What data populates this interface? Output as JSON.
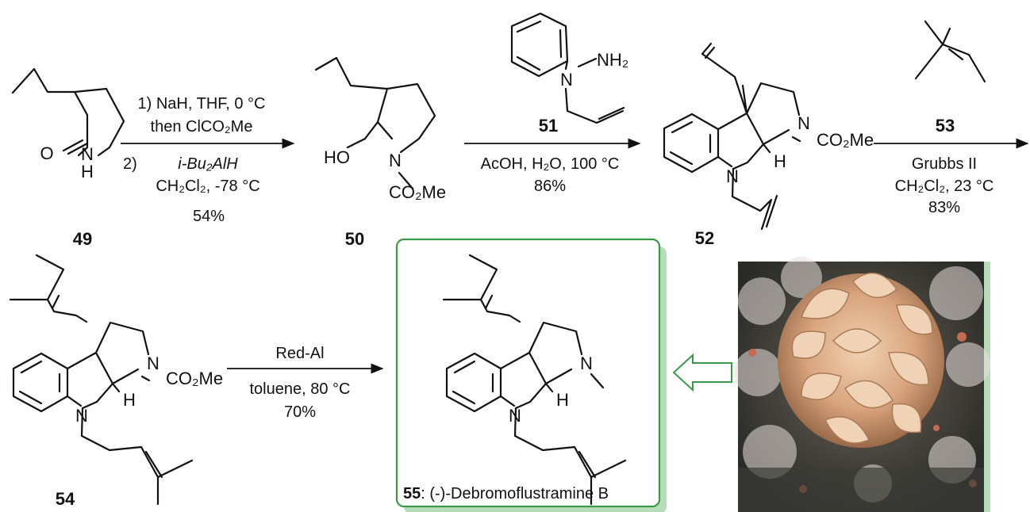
{
  "compounds": {
    "c49": {
      "number": "49",
      "atoms": {
        "o": "O",
        "n": "N",
        "h": "H"
      }
    },
    "c50": {
      "number": "50",
      "atoms": {
        "ho": "HO",
        "n": "N",
        "co2me": "CO₂Me"
      }
    },
    "c51": {
      "number": "51",
      "atoms": {
        "n": "N",
        "nh2": "NH₂"
      }
    },
    "c52": {
      "number": "52",
      "atoms": {
        "n_pyr": "N",
        "co2me": "CO₂Me",
        "h": "H",
        "n_ind": "N"
      }
    },
    "c53": {
      "number": "53"
    },
    "c54": {
      "number": "54",
      "atoms": {
        "n_pyr": "N",
        "co2me": "CO₂Me",
        "h": "H",
        "n_ind": "N"
      }
    },
    "c55": {
      "number": "55",
      "name": ": (-)-Debromoflustramine B",
      "atoms": {
        "n_pyr": "N",
        "h": "H",
        "n_ind": "N"
      }
    }
  },
  "steps": {
    "step1": {
      "above": [
        "1) NaH, THF, 0 °C",
        "then ClCO₂Me"
      ],
      "below": [
        "2)",
        "i-Bu₂AlH",
        "CH₂Cl₂,  -78 °C",
        "54%"
      ]
    },
    "step2": {
      "reagent_number": "51",
      "below": [
        "AcOH, H₂O, 100 °C",
        "86%"
      ]
    },
    "step3": {
      "reagent_number": "53",
      "below": [
        "Grubbs II",
        "CH₂Cl₂, 23 °C",
        "83%"
      ]
    },
    "step4": {
      "above": [
        "Red-Al"
      ],
      "below": [
        "toluene, 80 °C",
        "70%"
      ]
    }
  },
  "highlight": {
    "box_color": "#3a9a48",
    "shadow_color": "#b6dcb8",
    "arrow_direction": "left"
  },
  "photo": {
    "subject": "bryozoan-flustra-foliacea",
    "colors": [
      "#2c2f2a",
      "#d5a37e",
      "#e9e0dd",
      "#c46a50",
      "#5a8a3a"
    ]
  },
  "colors": {
    "ink": "#111111",
    "accent": "#3a9a48"
  }
}
